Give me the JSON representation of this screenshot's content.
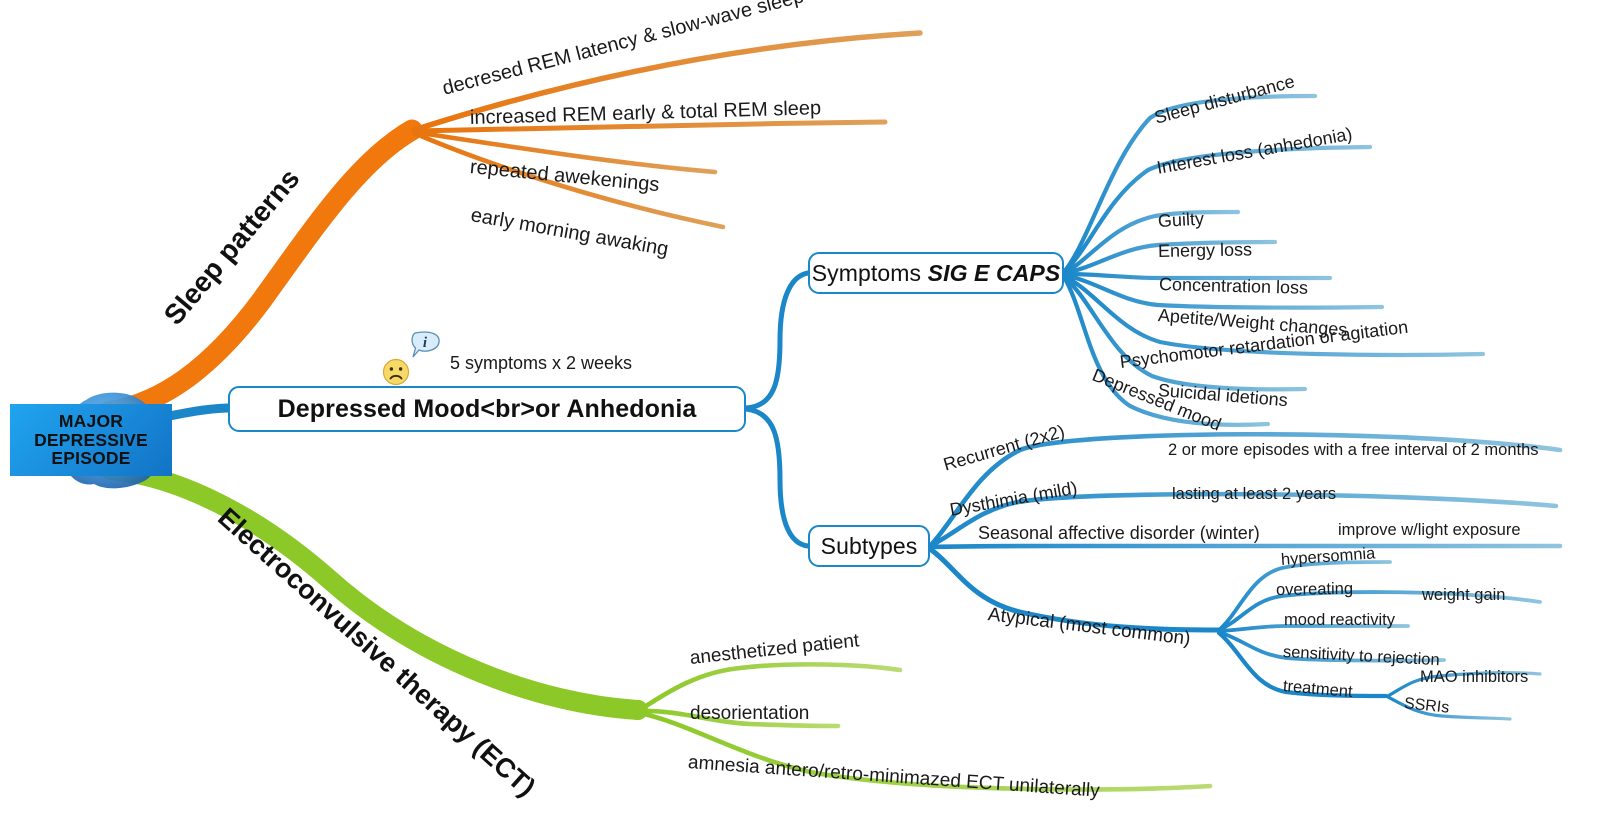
{
  "meta": {
    "diagram_type": "mind-map",
    "colors": {
      "orange": "#F0780C",
      "orange_light": "#E08A3C",
      "green": "#8CC827",
      "green_light": "#A5CE4E",
      "blue": "#1B87C9",
      "blue_light": "#5FAFD6",
      "central_blue_start": "#1FA5EF",
      "central_blue_end": "#1273C4",
      "text": "#1A1A1A"
    }
  },
  "central": {
    "label": "MAJOR DEPRESSIVE EPISODE",
    "line1": "MAJOR",
    "line2": "DEPRESSIVE",
    "line3": "EPISODE",
    "icon": "brain-image"
  },
  "annotations": {
    "note": "5 symptoms x 2 weeks",
    "sad_icon": "sad-face-icon",
    "info_icon": "info-bubble-icon"
  },
  "branches": {
    "sleep": {
      "title": "Sleep patterns",
      "color": "#F0780C",
      "children": [
        {
          "label": "decresed REM latency & slow-wave sleep"
        },
        {
          "label": "increased REM early & total REM sleep"
        },
        {
          "label": "repeated awekenings"
        },
        {
          "label": "early morning awaking"
        }
      ]
    },
    "mood": {
      "title": "Depressed Mood<br>or Anhedonia",
      "color": "#1B87C9",
      "nodes": {
        "symptoms": {
          "label_plain": "Symptoms ",
          "label_em": "SIG E CAPS",
          "children": [
            {
              "label": "Sleep disturbance"
            },
            {
              "label": "Interest loss (anhedonia)"
            },
            {
              "label": "Guilty"
            },
            {
              "label": "Energy loss"
            },
            {
              "label": "Concentration loss"
            },
            {
              "label": "Apetite/Weight changes"
            },
            {
              "label": "Psychomotor retardation or agitation"
            },
            {
              "label": "Suicidal idetions"
            },
            {
              "label": "Depressed mood"
            }
          ]
        },
        "subtypes": {
          "label": "Subtypes",
          "children": [
            {
              "label": "Recurrent (2x2)",
              "detail": "2 or more episodes with a free interval of 2 months"
            },
            {
              "label": "Dysthimia (mild)",
              "detail": "lasting at least 2 years"
            },
            {
              "label": "Seasonal affective disorder (winter)",
              "detail": "improve w/light exposure"
            },
            {
              "label": "Atypical (most common)",
              "children": [
                {
                  "label": "hypersomnia"
                },
                {
                  "label": "overeating",
                  "detail": "weight gain"
                },
                {
                  "label": "mood reactivity"
                },
                {
                  "label": "sensitivity to rejection"
                },
                {
                  "label": "treatment",
                  "children": [
                    {
                      "label": "MAO inhibitors"
                    },
                    {
                      "label": "SSRIs"
                    }
                  ]
                }
              ]
            }
          ]
        }
      }
    },
    "ect": {
      "title": "Electroconvulsive therapy (ECT)",
      "color": "#8CC827",
      "children": [
        {
          "label": "anesthetized patient"
        },
        {
          "label": "desorientation"
        },
        {
          "label": "amnesia antero/retro-minimazed ECT unilaterally"
        }
      ]
    }
  }
}
